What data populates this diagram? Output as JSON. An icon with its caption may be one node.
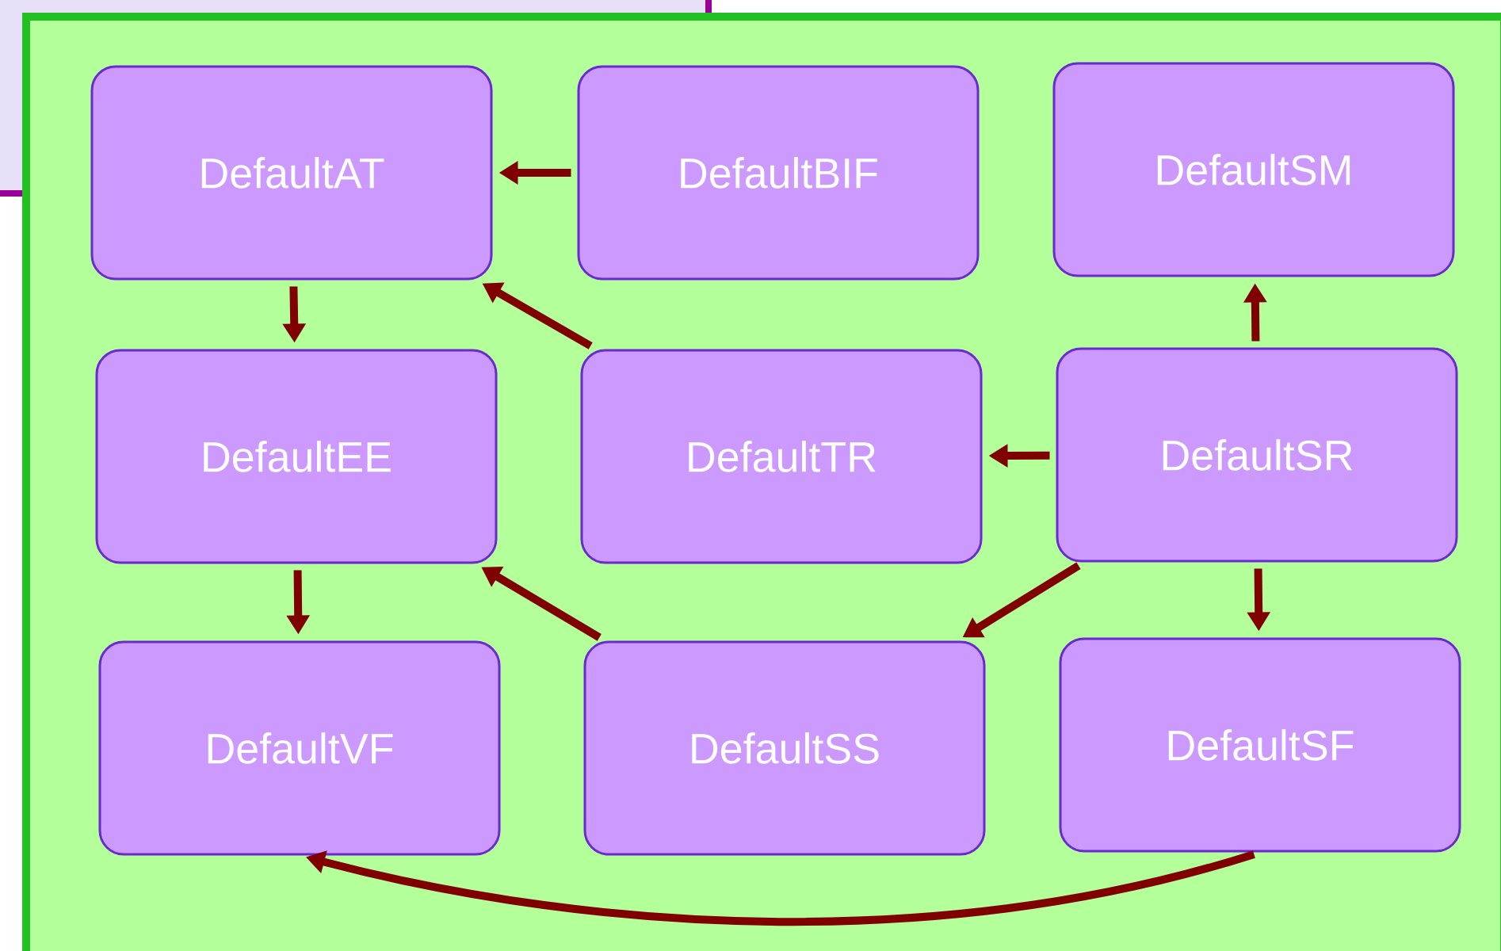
{
  "diagram": {
    "nodes": [
      {
        "text": [
          "DefaultAT"
        ]
      },
      {
        "text": [
          "DefaultBIF"
        ]
      },
      {
        "text": [
          "DefaultSM"
        ]
      },
      {
        "text": [
          "DefaultEE"
        ]
      },
      {
        "text": [
          "DefaultTR"
        ]
      },
      {
        "text": [
          "DefaultSR"
        ]
      },
      {
        "text": [
          "DefaultVF"
        ]
      },
      {
        "text": [
          "DefaultSS"
        ]
      },
      {
        "text": [
          "DefaultSF"
        ]
      }
    ],
    "edges": [
      {
        "from": 1,
        "to": 0,
        "arrow": "to"
      },
      {
        "from": 0,
        "to": 3,
        "arrow": "to"
      },
      {
        "from": 4,
        "to": 0,
        "arrow": "to"
      },
      {
        "from": 3,
        "to": 6,
        "arrow": "to"
      },
      {
        "from": 7,
        "to": 3,
        "arrow": "to"
      },
      {
        "from": 5,
        "to": 2,
        "arrow": "to"
      },
      {
        "from": 5,
        "to": 4,
        "arrow": "to"
      },
      {
        "from": 5,
        "to": 7,
        "arrow": "to"
      },
      {
        "from": 5,
        "to": 8,
        "arrow": "to"
      },
      {
        "from": 8,
        "to": 6,
        "arrow": "to"
      }
    ]
  }
}
